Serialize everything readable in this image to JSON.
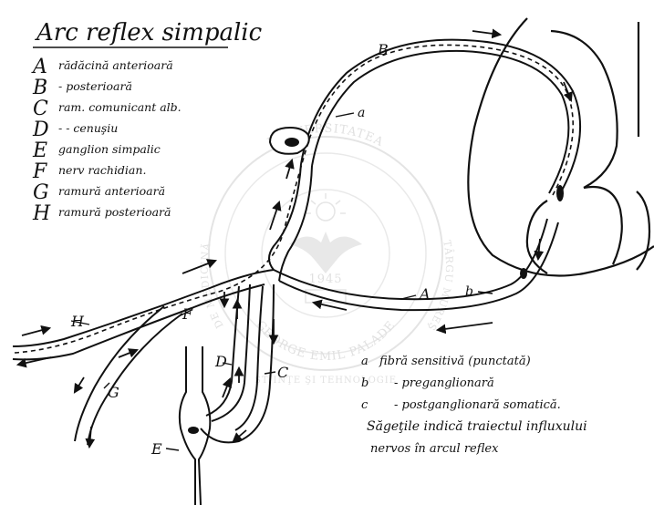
{
  "title": "Arc reflex simpalic",
  "legend": [
    {
      "letter": "A",
      "text": "rădăcină anterioară"
    },
    {
      "letter": "B",
      "text": "-      posterioară"
    },
    {
      "letter": "C",
      "text": "ram. comunicant alb."
    },
    {
      "letter": "D",
      "text": "-      -      cenuşiu"
    },
    {
      "letter": "E",
      "text": "ganglion simpalic"
    },
    {
      "letter": "F",
      "text": "nerv rachidian."
    },
    {
      "letter": "G",
      "text": "ramură anterioară"
    },
    {
      "letter": "H",
      "text": "ramură posterioară"
    }
  ],
  "diagram_labels": {
    "A": "A",
    "B": "B",
    "C": "C",
    "D": "D",
    "E": "E",
    "F": "F",
    "G": "G",
    "H": "H",
    "a": "a",
    "b": "b"
  },
  "fiber_key": [
    {
      "letter": "a",
      "text": "fibră sensitivă (punctată)"
    },
    {
      "letter": "b",
      "text": "-      preganglionară"
    },
    {
      "letter": "c",
      "text": "-      postganglionară somatică."
    }
  ],
  "note_lines": [
    "Săgeţile indică traiectul influxului",
    "nervos în arcul reflex"
  ],
  "watermark": {
    "top_arc": "UNIVERSITATEA",
    "left_arc": "DE MEDICINĂ",
    "right_arc": "TÂRGU MUREŞ",
    "bottom_arc": "GEORGE EMIL PALADE",
    "bottom_inner": "ŞTIINŢE ŞI TEHNOLOGIE",
    "center": "1945"
  }
}
